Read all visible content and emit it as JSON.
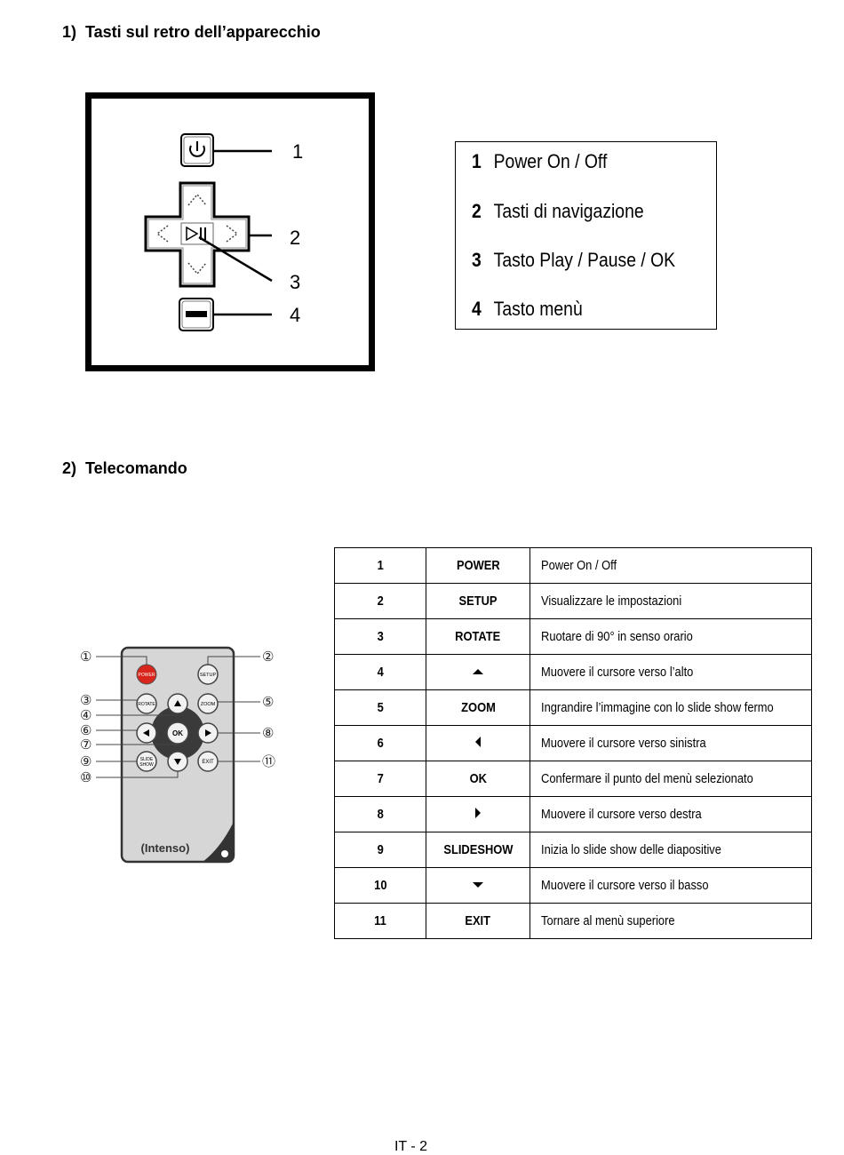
{
  "section1": {
    "number": "1)",
    "title": "Tasti sul retro dell’apparecchio"
  },
  "section2": {
    "number": "2)",
    "title": "Telecomando"
  },
  "device_callouts": [
    "1",
    "2",
    "3",
    "4"
  ],
  "legend": [
    {
      "num": "1",
      "text": "Power On / Off"
    },
    {
      "num": "2",
      "text": "Tasti di navigazione"
    },
    {
      "num": "3",
      "text": "Tasto Play / Pause / OK"
    },
    {
      "num": "4",
      "text": "Tasto menù"
    }
  ],
  "remote": {
    "brand": "(Intenso)",
    "buttons": {
      "power": "POWER",
      "setup": "SETUP",
      "rotate": "ROTATE",
      "zoom": "ZOOM",
      "ok": "OK",
      "slide1": "SLIDE",
      "slide2": "SHOW",
      "exit": "EXIT"
    },
    "callouts": [
      "①",
      "②",
      "③",
      "④",
      "⑤",
      "⑥",
      "⑦",
      "⑧",
      "⑨",
      "⑩",
      "⑪"
    ],
    "power_color": "#d8261c"
  },
  "table": [
    {
      "num": "1",
      "key": "POWER",
      "icon": "",
      "desc": "Power On / Off"
    },
    {
      "num": "2",
      "key": "SETUP",
      "icon": "",
      "desc": "Visualizzare le impostazioni"
    },
    {
      "num": "3",
      "key": "ROTATE",
      "icon": "",
      "desc": "Ruotare di 90° in senso orario"
    },
    {
      "num": "4",
      "key": "",
      "icon": "up-arrow-icon",
      "desc": "Muovere il cursore verso l’alto"
    },
    {
      "num": "5",
      "key": "ZOOM",
      "icon": "",
      "desc": "Ingrandire l’immagine con lo slide show fermo"
    },
    {
      "num": "6",
      "key": "",
      "icon": "left-arrow-icon",
      "desc": "Muovere il cursore verso sinistra"
    },
    {
      "num": "7",
      "key": "OK",
      "icon": "",
      "desc": "Confermare il punto del menù selezionato"
    },
    {
      "num": "8",
      "key": "",
      "icon": "right-arrow-icon",
      "desc": "Muovere il cursore verso destra"
    },
    {
      "num": "9",
      "key": "SLIDESHOW",
      "icon": "",
      "desc": "Inizia lo slide show delle diapositive"
    },
    {
      "num": "10",
      "key": "",
      "icon": "down-arrow-icon",
      "desc": "Muovere il cursore verso il basso"
    },
    {
      "num": "11",
      "key": "EXIT",
      "icon": "",
      "desc": "Tornare al menù superiore"
    }
  ],
  "footer": "IT - 2"
}
